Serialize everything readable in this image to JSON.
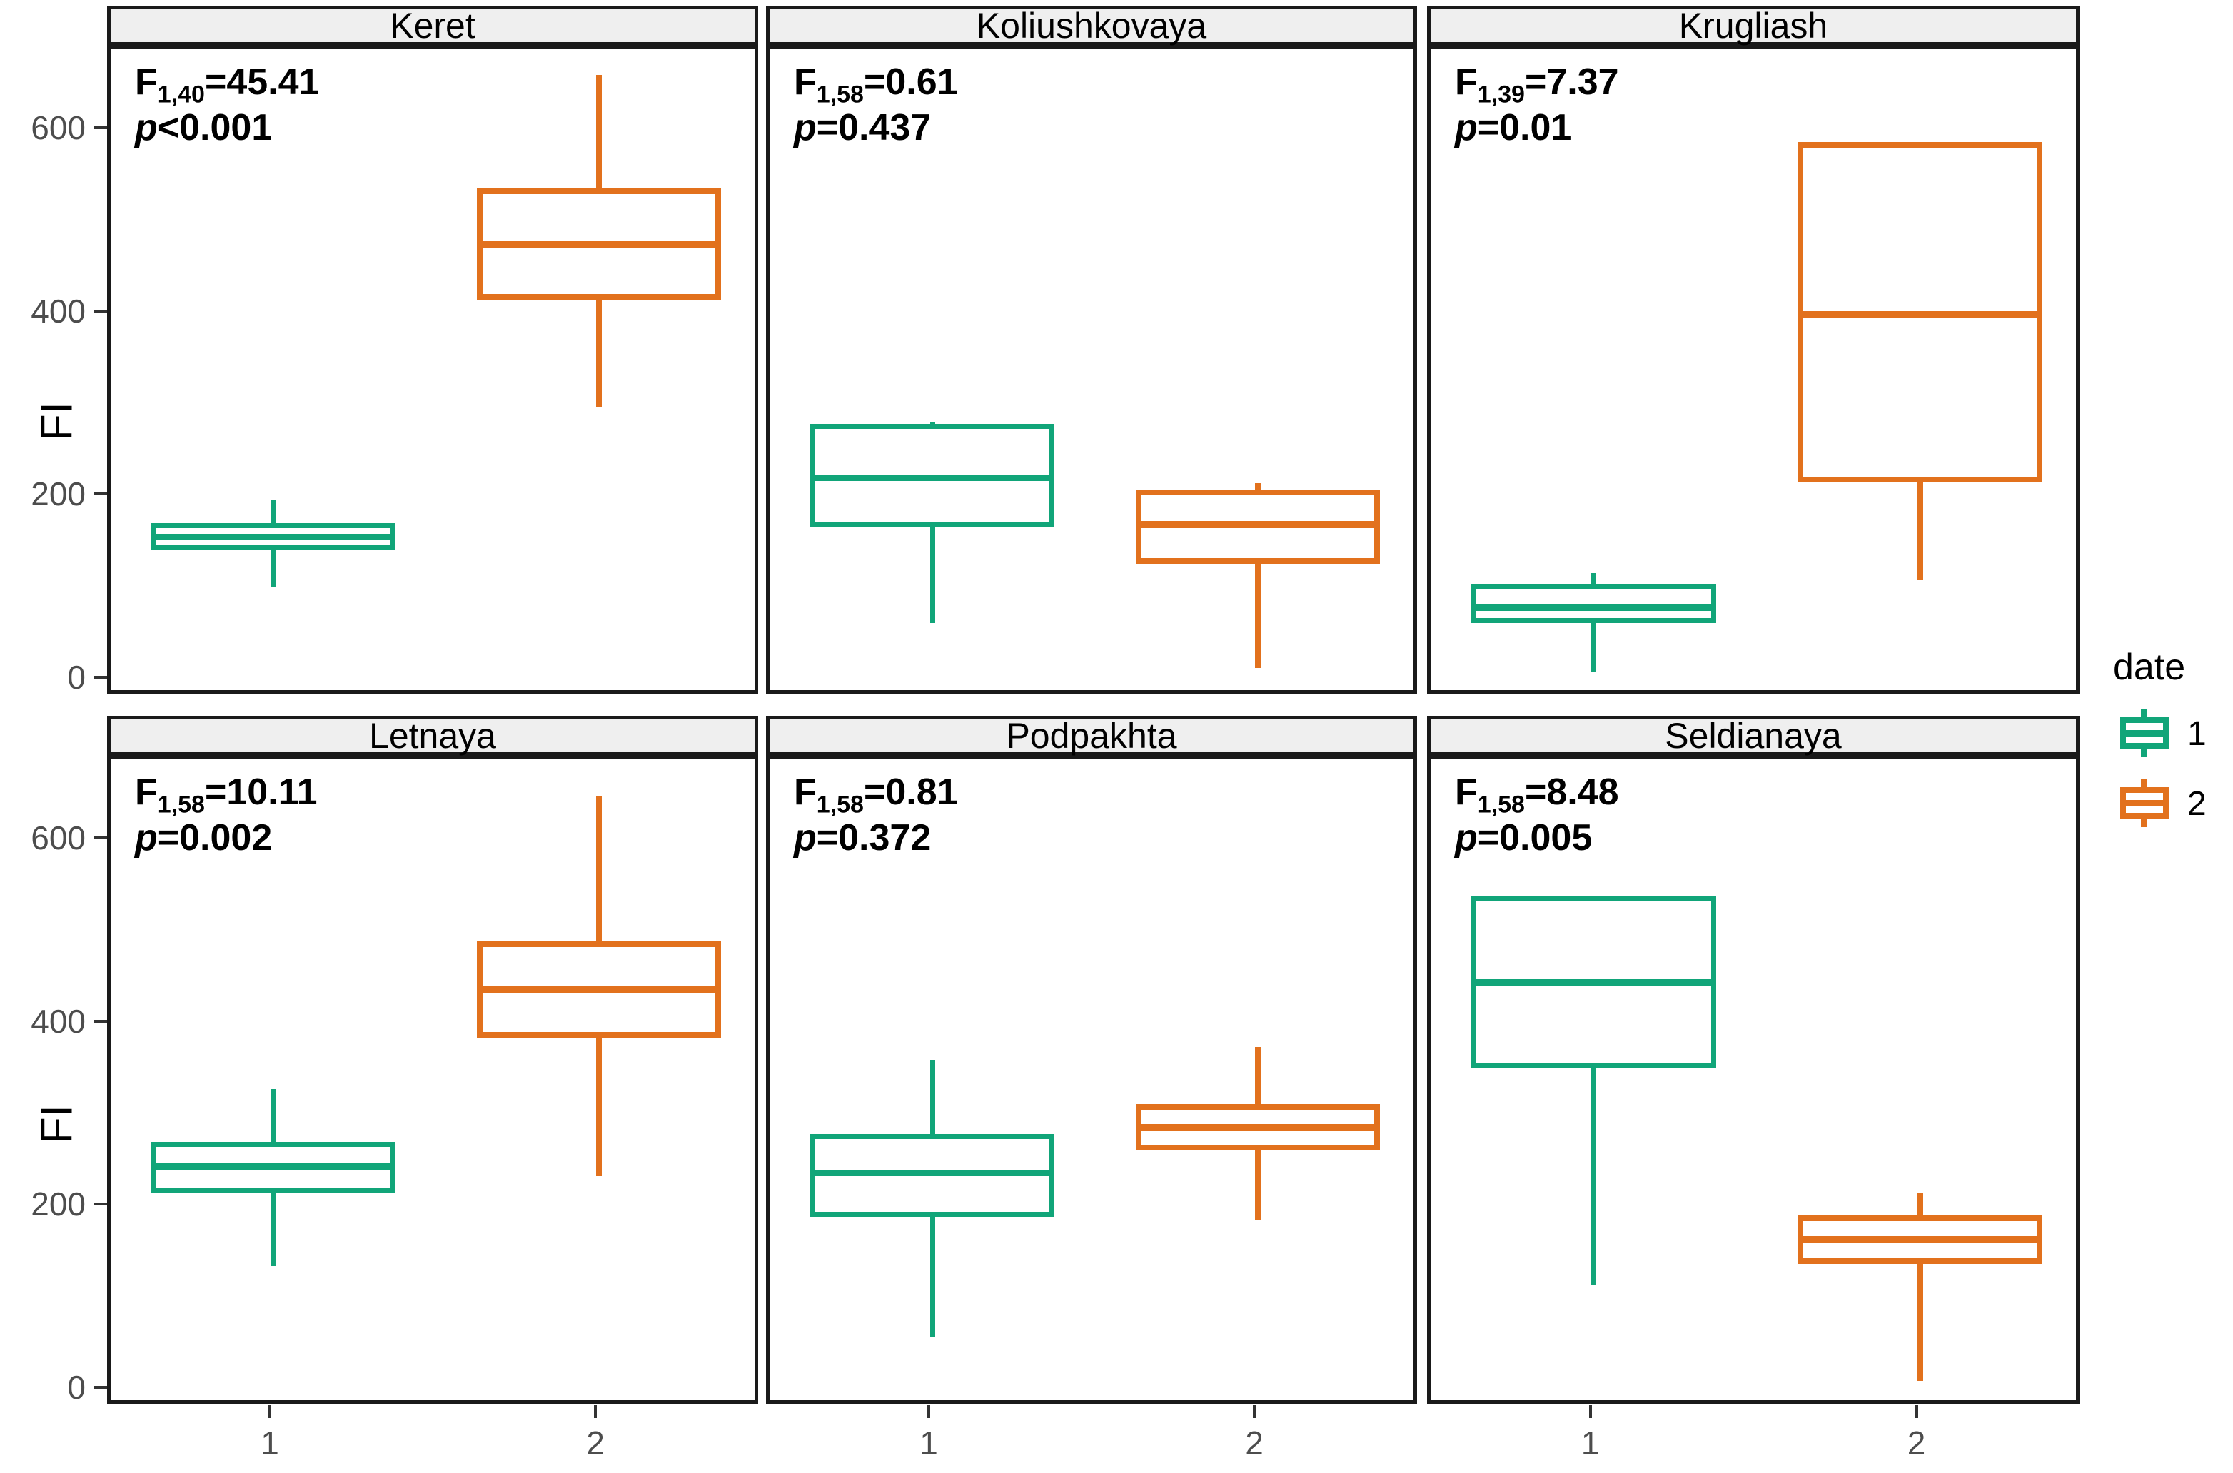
{
  "figure": {
    "y_axis_label": "FI",
    "y_ticks": [
      0,
      200,
      400,
      600
    ],
    "x_ticks": [
      "1",
      "2"
    ],
    "ylim": [
      -18,
      690
    ]
  },
  "legend": {
    "title": "date",
    "items": [
      {
        "label": "1",
        "color": "#11A579"
      },
      {
        "label": "2",
        "color": "#E2711D"
      }
    ]
  },
  "chart_data": {
    "type": "boxplot",
    "title": "",
    "xlabel": "",
    "ylabel": "FI",
    "ylim": [
      -18,
      690
    ],
    "y_ticks": [
      0,
      200,
      400,
      600
    ],
    "grid": false,
    "legend_position": "right",
    "legend_title": "date",
    "group_labels": [
      "1",
      "2"
    ],
    "group_colors": {
      "1": "#11A579",
      "2": "#E2711D"
    },
    "facets": [
      {
        "name": "Keret",
        "annotation": {
          "F_stat": "F",
          "df": "1,40",
          "F_value": "45.41",
          "p_text": "p<0.001"
        },
        "boxes": [
          {
            "group": "1",
            "color": "#11A579",
            "lower_whisker": 103,
            "q1": 143,
            "median": 157,
            "q3": 172,
            "upper_whisker": 197
          },
          {
            "group": "2",
            "color": "#E2711D",
            "lower_whisker": 299,
            "q1": 416,
            "median": 476,
            "q3": 538,
            "upper_whisker": 662
          }
        ]
      },
      {
        "name": "Koliushkovaya",
        "annotation": {
          "F_stat": "F",
          "df": "1,58",
          "F_value": "0.61",
          "p_text": "p=0.437"
        },
        "boxes": [
          {
            "group": "1",
            "color": "#11A579",
            "lower_whisker": 63,
            "q1": 168,
            "median": 222,
            "q3": 281,
            "upper_whisker": 283
          },
          {
            "group": "2",
            "color": "#E2711D",
            "lower_whisker": 14,
            "q1": 128,
            "median": 171,
            "q3": 209,
            "upper_whisker": 216
          }
        ]
      },
      {
        "name": "Krugliash",
        "annotation": {
          "F_stat": "F",
          "df": "1,39",
          "F_value": "7.37",
          "p_text": "p=0.01"
        },
        "boxes": [
          {
            "group": "1",
            "color": "#11A579",
            "lower_whisker": 9,
            "q1": 63,
            "median": 80,
            "q3": 106,
            "upper_whisker": 118
          },
          {
            "group": "2",
            "color": "#E2711D",
            "lower_whisker": 110,
            "q1": 217,
            "median": 400,
            "q3": 589,
            "upper_whisker": 589
          }
        ]
      },
      {
        "name": "Letnaya",
        "annotation": {
          "F_stat": "F",
          "df": "1,58",
          "F_value": "10.11",
          "p_text": "p=0.002"
        },
        "boxes": [
          {
            "group": "1",
            "color": "#11A579",
            "lower_whisker": 136,
            "q1": 217,
            "median": 245,
            "q3": 272,
            "upper_whisker": 330
          },
          {
            "group": "2",
            "color": "#E2711D",
            "lower_whisker": 235,
            "q1": 386,
            "median": 439,
            "q3": 491,
            "upper_whisker": 650
          }
        ]
      },
      {
        "name": "Podpakhta",
        "annotation": {
          "F_stat": "F",
          "df": "1,58",
          "F_value": "0.81",
          "p_text": "p=0.372"
        },
        "boxes": [
          {
            "group": "1",
            "color": "#11A579",
            "lower_whisker": 59,
            "q1": 190,
            "median": 238,
            "q3": 281,
            "upper_whisker": 362
          },
          {
            "group": "2",
            "color": "#E2711D",
            "lower_whisker": 186,
            "q1": 263,
            "median": 288,
            "q3": 313,
            "upper_whisker": 376
          }
        ]
      },
      {
        "name": "Seldianaya",
        "annotation": {
          "F_stat": "F",
          "df": "1,58",
          "F_value": "8.48",
          "p_text": "p=0.005"
        },
        "boxes": [
          {
            "group": "1",
            "color": "#11A579",
            "lower_whisker": 116,
            "q1": 353,
            "median": 446,
            "q3": 540,
            "upper_whisker": 540
          },
          {
            "group": "2",
            "color": "#E2711D",
            "lower_whisker": 11,
            "q1": 139,
            "median": 165,
            "q3": 192,
            "upper_whisker": 217
          }
        ]
      }
    ]
  }
}
